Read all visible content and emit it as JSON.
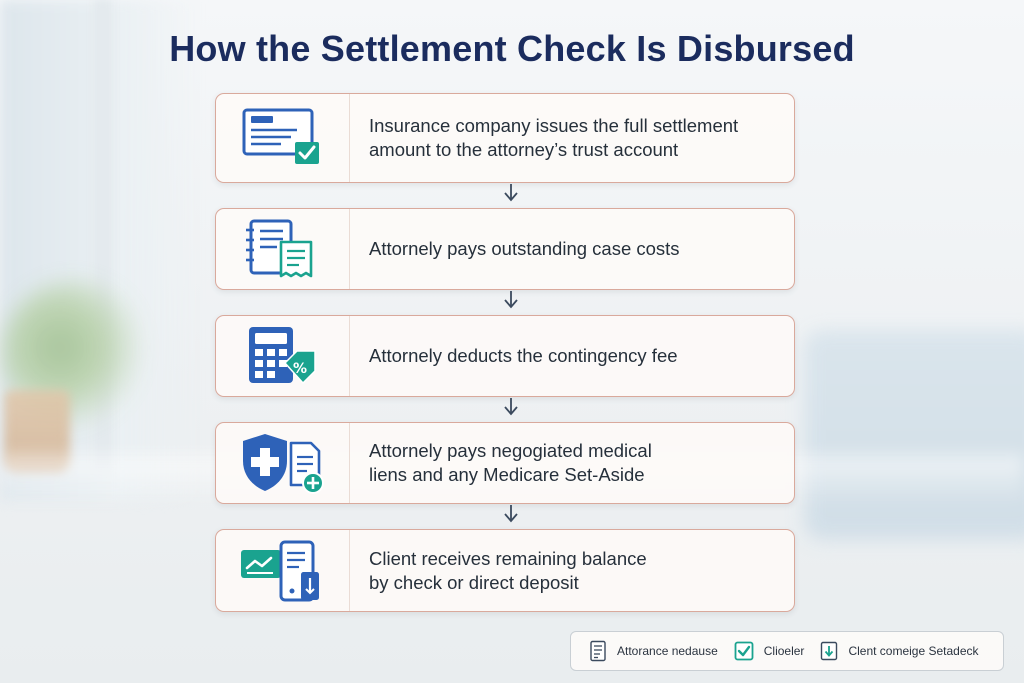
{
  "title": "How the Settlement Check Is Disbursed",
  "steps": [
    {
      "icon": "check-document-icon",
      "lines": [
        "Insurance company issues the full settlement",
        "amount to the attorney’s trust account"
      ]
    },
    {
      "icon": "ledger-receipt-icon",
      "lines": [
        "Attornely pays outstanding case costs"
      ]
    },
    {
      "icon": "calculator-percent-icon",
      "lines": [
        "Attornely deducts the contingency fee"
      ]
    },
    {
      "icon": "medical-shield-icon",
      "lines": [
        "Attornely pays negogiated medical",
        "liens and any Medicare Set-Aside"
      ]
    },
    {
      "icon": "phone-cash-icon",
      "lines": [
        "Client receives remaining balance",
        "by check or direct deposit"
      ]
    }
  ],
  "legend": [
    {
      "icon": "document-icon",
      "label": "Attorance nedause"
    },
    {
      "icon": "checkbox-icon",
      "label": "Clioeler"
    },
    {
      "icon": "download-icon",
      "label": "Clent comeige Setadeck"
    }
  ],
  "colors": {
    "title": "#1b2c5e",
    "primary_blue": "#2e62b8",
    "teal": "#1aa38f",
    "card_border": "#d9a99c",
    "connector": "#3b4a5e"
  }
}
